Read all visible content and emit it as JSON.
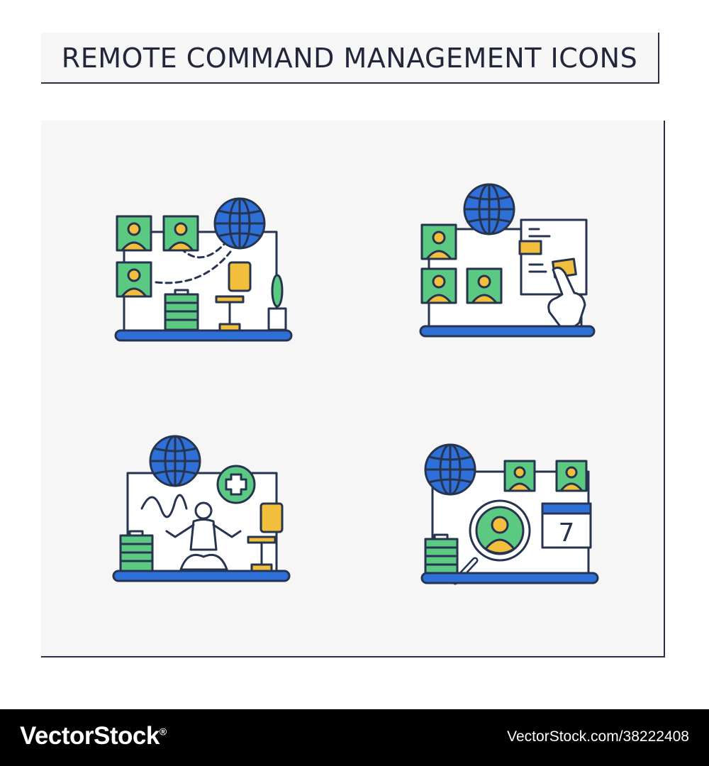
{
  "header": {
    "title": "REMOTE COMMAND MANAGEMENT ICONS"
  },
  "icons": [
    {
      "icon": "remote-team-workspace-icon"
    },
    {
      "icon": "task-assignment-icon"
    },
    {
      "icon": "wellbeing-meditation-icon"
    },
    {
      "icon": "employee-search-calendar-icon"
    }
  ],
  "calendar": {
    "day": "7"
  },
  "colors": {
    "outline": "#26344f",
    "blue": "#2f6fd8",
    "green": "#5cc982",
    "yellow": "#f2bf3c",
    "paper": "#ffffff"
  },
  "footer": {
    "logo": "VectorStock",
    "logo_mark": "®",
    "id": "VectorStock.com/38222408"
  }
}
